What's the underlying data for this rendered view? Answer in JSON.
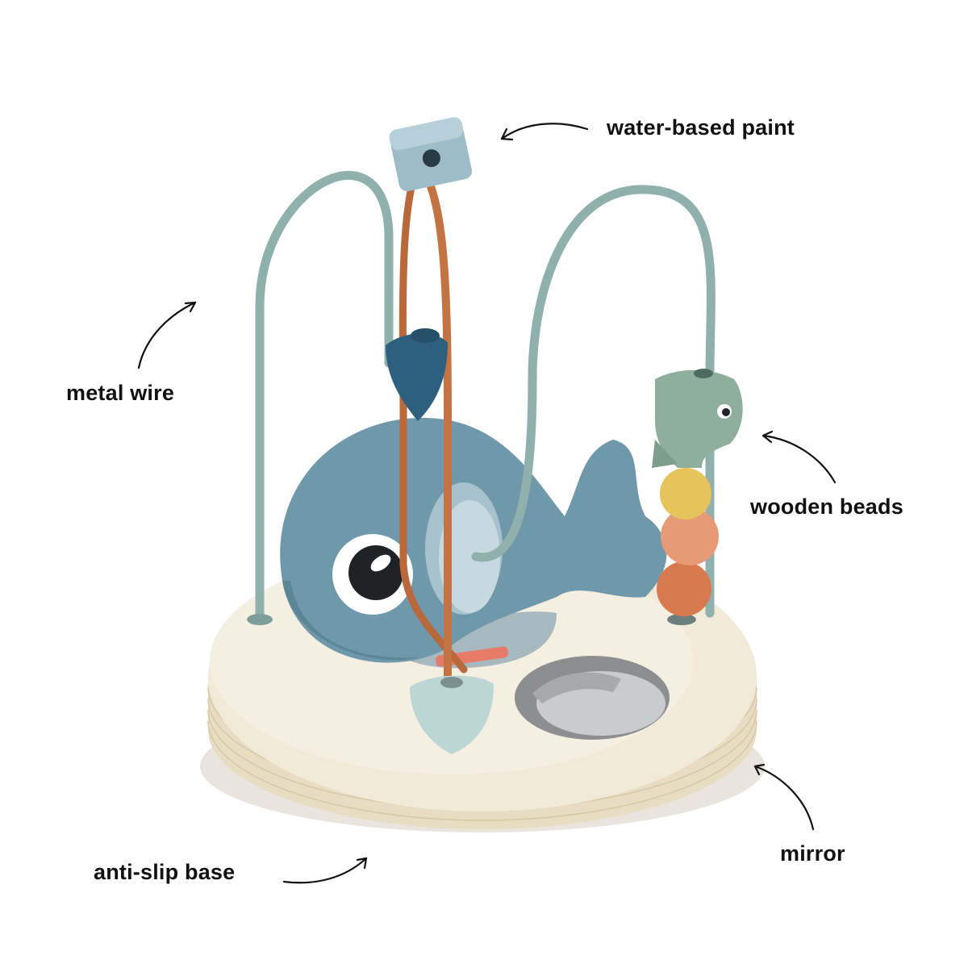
{
  "labels": {
    "paint": "water-based paint",
    "wire": "metal wire",
    "beads": "wooden beads",
    "mirror": "mirror",
    "base": "anti-slip base"
  },
  "colors": {
    "background": "#ffffff",
    "wood_base": "#efe6d2",
    "whale_blue": "#6f98aa",
    "wire_sage": "#8fb0ac",
    "wire_orange": "#b8683a",
    "bead_green": "#8fae9c",
    "bead_yellow": "#e6c45a",
    "bead_salmon": "#e79a76",
    "bead_orange": "#d9794f",
    "bead_navy": "#2f5f7f",
    "bead_light": "#bcd6d6",
    "bead_cube": "#9dbbc8"
  }
}
